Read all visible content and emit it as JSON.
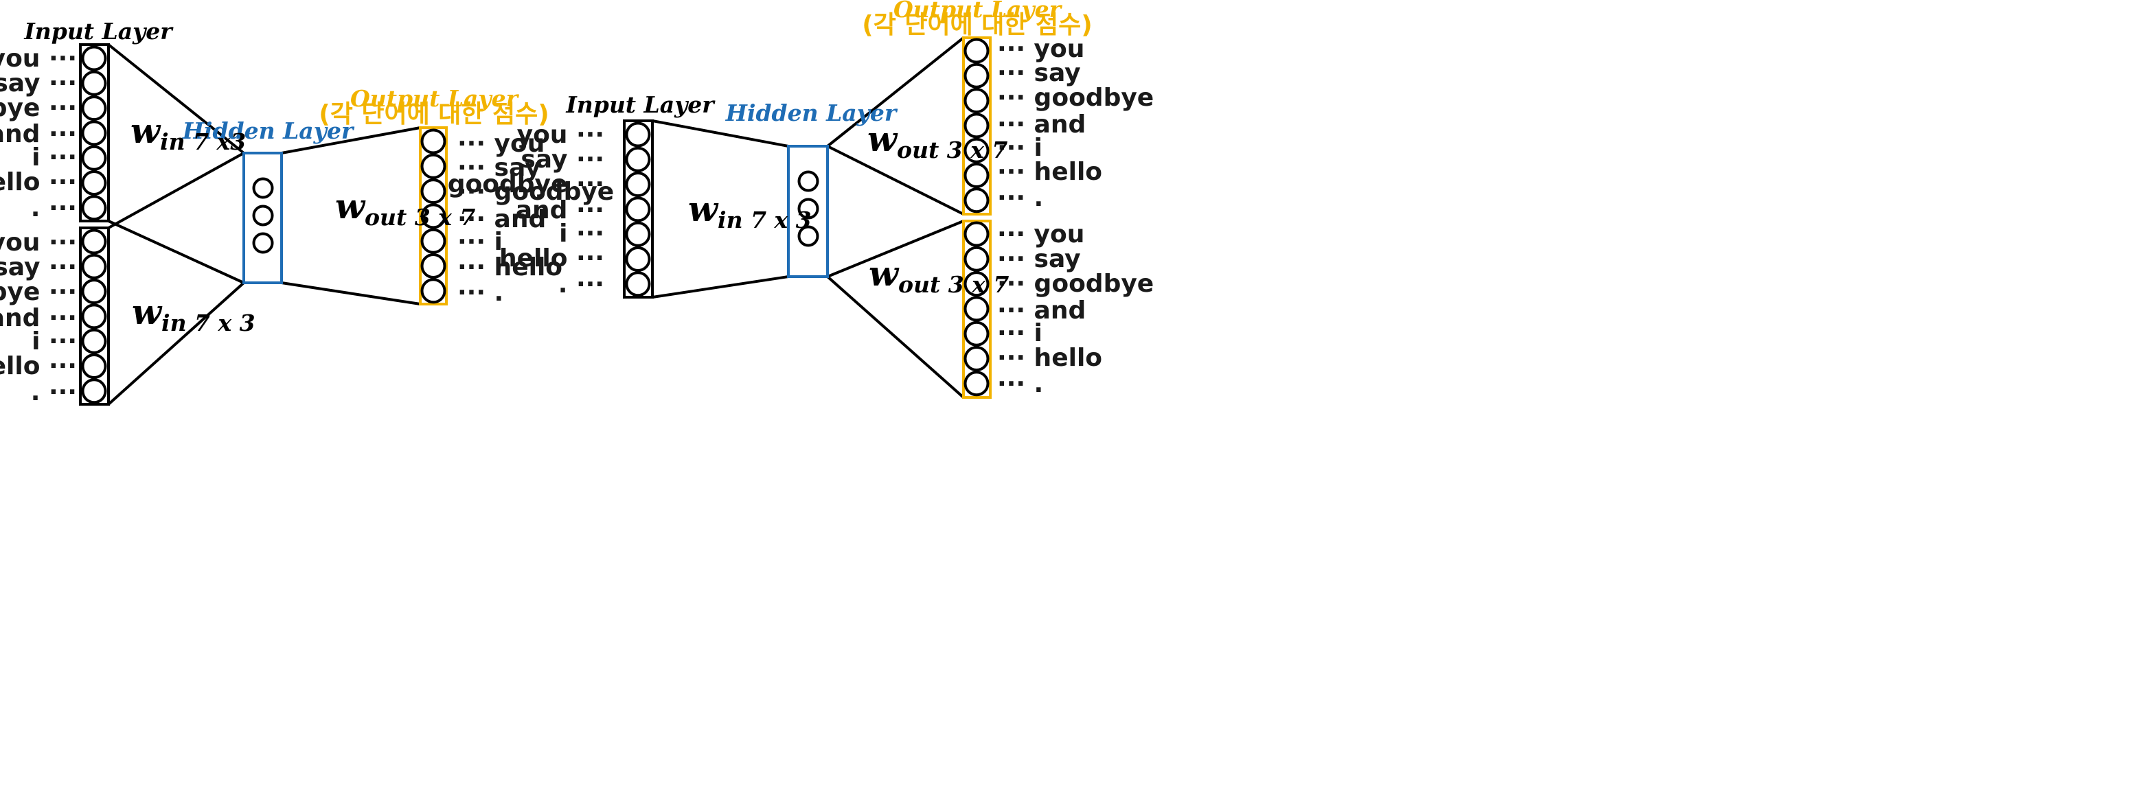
{
  "colors": {
    "black": "#000000",
    "hidden": "#1f6db5",
    "output": "#f2b300"
  },
  "words": [
    "you",
    "say",
    "goodbye",
    "and",
    "i",
    "hello",
    "."
  ],
  "ellipsis": "···",
  "left": {
    "input_title": "Input Layer",
    "hidden_title": "Hidden Layer",
    "output_title": "Output Layer",
    "output_subtitle": "(각 단어에 대한 점수)",
    "w_in_top": {
      "base": "w",
      "sub": "in 7 x3"
    },
    "w_in_bottom": {
      "base": "w",
      "sub": "in 7 x 3"
    },
    "w_out": {
      "base": "w",
      "sub": "out 3 x 7"
    }
  },
  "right": {
    "input_title": "Input Layer",
    "hidden_title": "Hidden Layer",
    "output_title": "Output Layer",
    "output_subtitle": "(각 단어에 대한 점수)",
    "w_in": {
      "base": "w",
      "sub": "in 7 x 3"
    },
    "w_out_top": {
      "base": "w",
      "sub": "out 3 x 7"
    },
    "w_out_bottom": {
      "base": "w",
      "sub": "out 3 x 7"
    }
  }
}
